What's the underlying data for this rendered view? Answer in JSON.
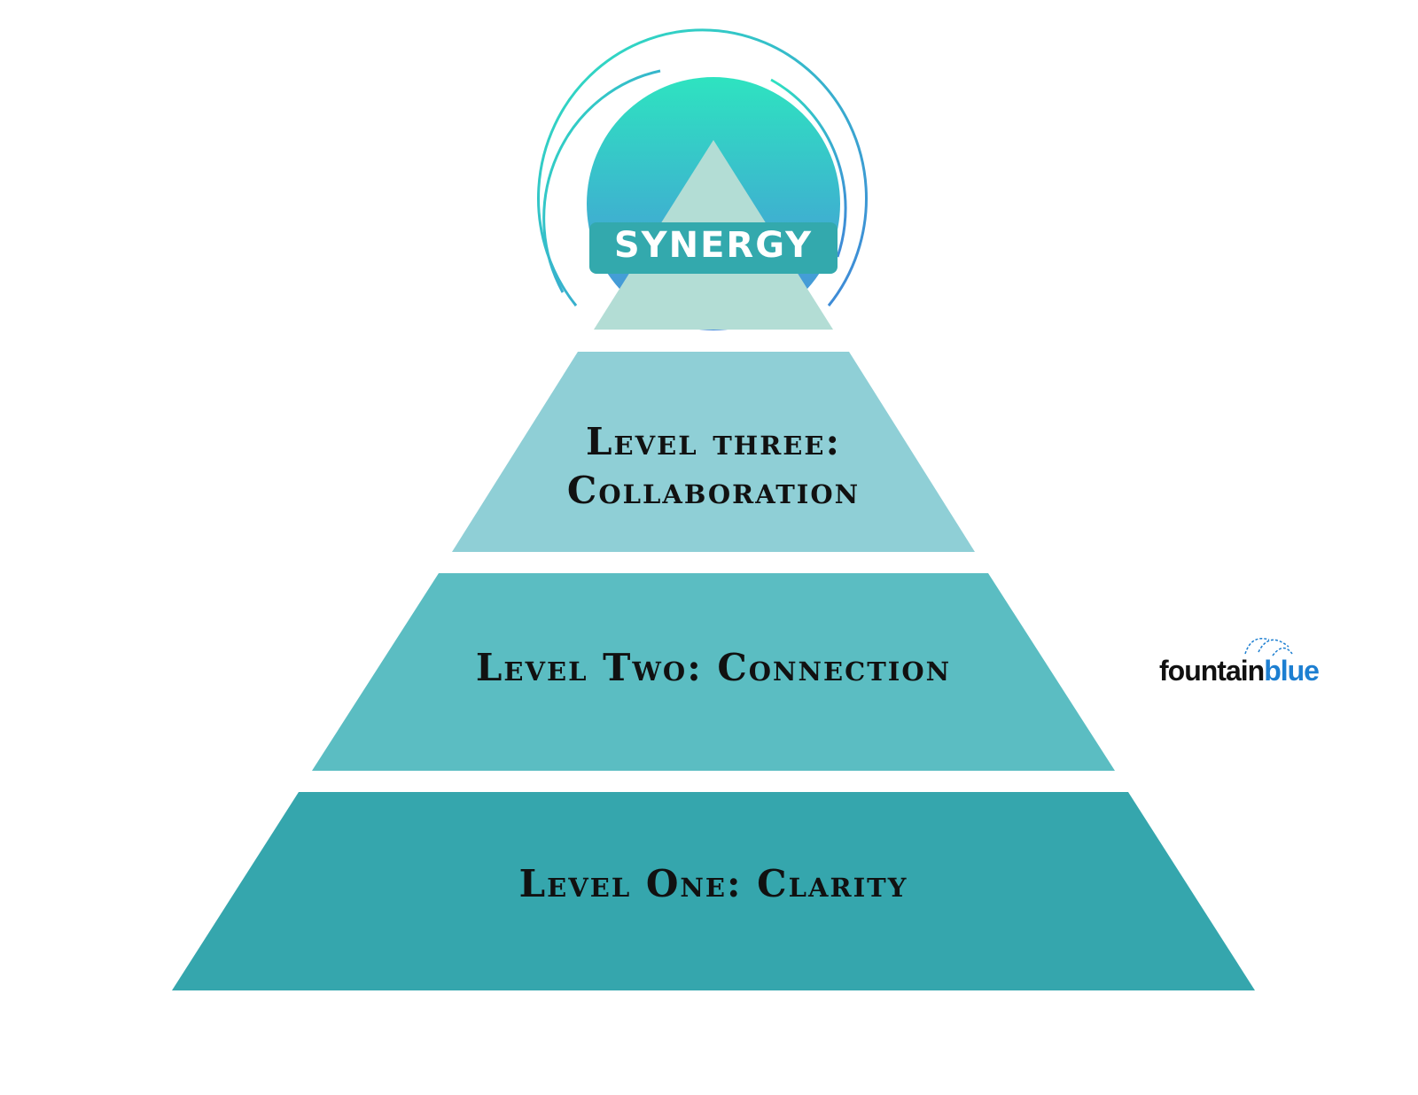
{
  "diagram": {
    "synergy": {
      "label": "SYNERGY"
    },
    "tiers": [
      {
        "label_line1": "Level three:",
        "label_line2": "Collaboration",
        "color": "#8fcfd6"
      },
      {
        "label": "Level Two: Connection",
        "color": "#5bbdc2"
      },
      {
        "label": "Level One: Clarity",
        "color": "#35a6ad"
      }
    ]
  },
  "logo": {
    "part1": "fountain",
    "part2": "blue",
    "color1": "#111111",
    "color2": "#1d7fd1"
  },
  "colors": {
    "apex_triangle": "#b3ddd5",
    "synergy_banner": "#33a9ad",
    "circle_top": "#2ee3c0",
    "circle_bottom": "#4a8bdc"
  }
}
